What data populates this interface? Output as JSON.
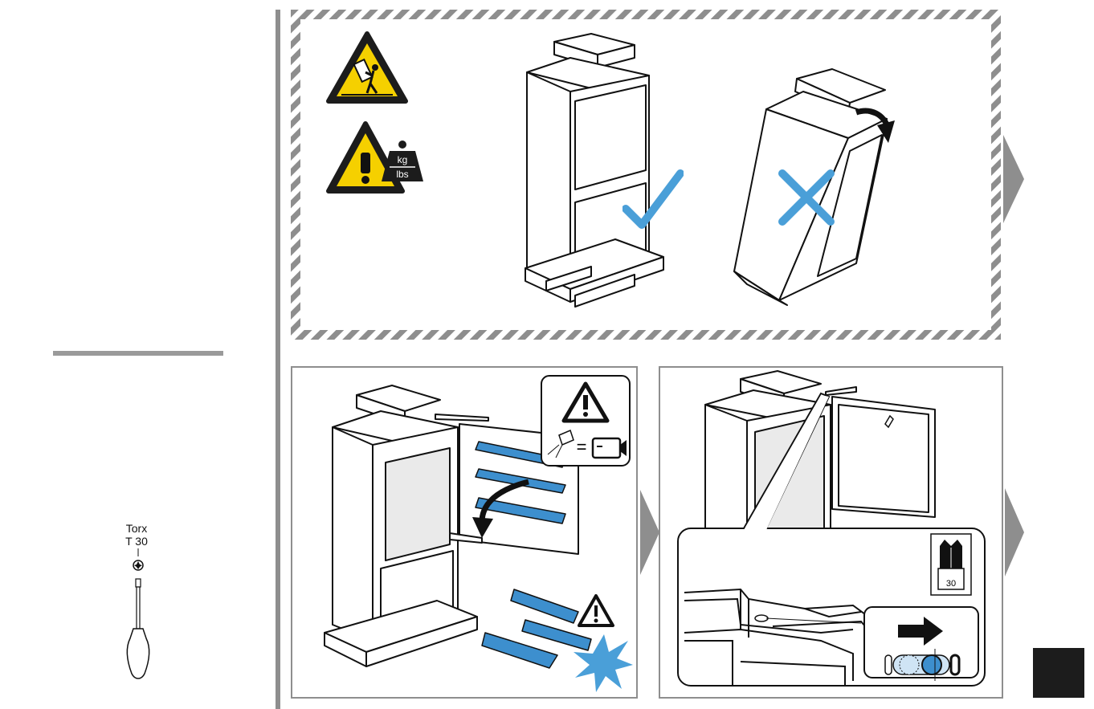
{
  "tool": {
    "name": "Torx",
    "size": "T 30"
  },
  "warning_weight": {
    "unit_top": "kg",
    "unit_bottom": "lbs"
  },
  "bit_callout": {
    "size": "30"
  },
  "screw_callout": {
    "equals": "="
  },
  "colors": {
    "accent_blue": "#4a9fd8",
    "shelf_blue": "#3d8fce",
    "warning_yellow": "#f5d000",
    "border_gray": "#8e8e8e",
    "dark": "#1c1c1c"
  },
  "icons": [
    "tipping-warning-icon",
    "weight-warning-icon",
    "check-icon",
    "cross-icon",
    "warning-icon",
    "screwdriver-icon",
    "torx-bit-icon",
    "camera-icon",
    "arrow-right-icon",
    "next-arrow-icon"
  ]
}
